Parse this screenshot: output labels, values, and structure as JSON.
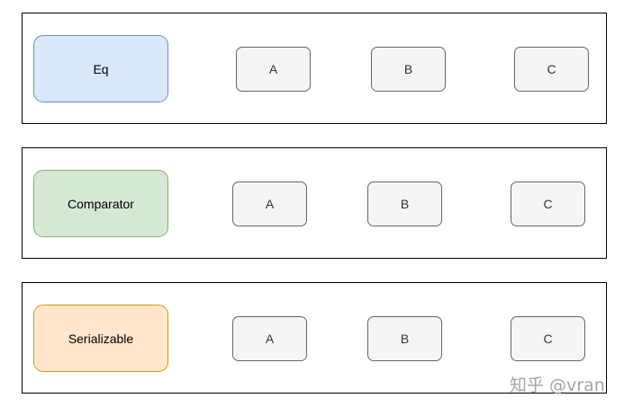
{
  "rows": [
    {
      "trait": "Eq",
      "types": [
        "A",
        "B",
        "C"
      ]
    },
    {
      "trait": "Comparator",
      "types": [
        "A",
        "B",
        "C"
      ]
    },
    {
      "trait": "Serializable",
      "types": [
        "A",
        "B",
        "C"
      ]
    }
  ],
  "colors": {
    "eq_fill": "#dae8fc",
    "eq_stroke": "#6c8ebf",
    "comparator_fill": "#d5e8d4",
    "comparator_stroke": "#82b366",
    "serializable_fill": "#ffe6cc",
    "serializable_stroke": "#d79b00",
    "type_fill": "#f5f5f5",
    "type_stroke": "#666666"
  },
  "watermark": "知乎 @vran"
}
